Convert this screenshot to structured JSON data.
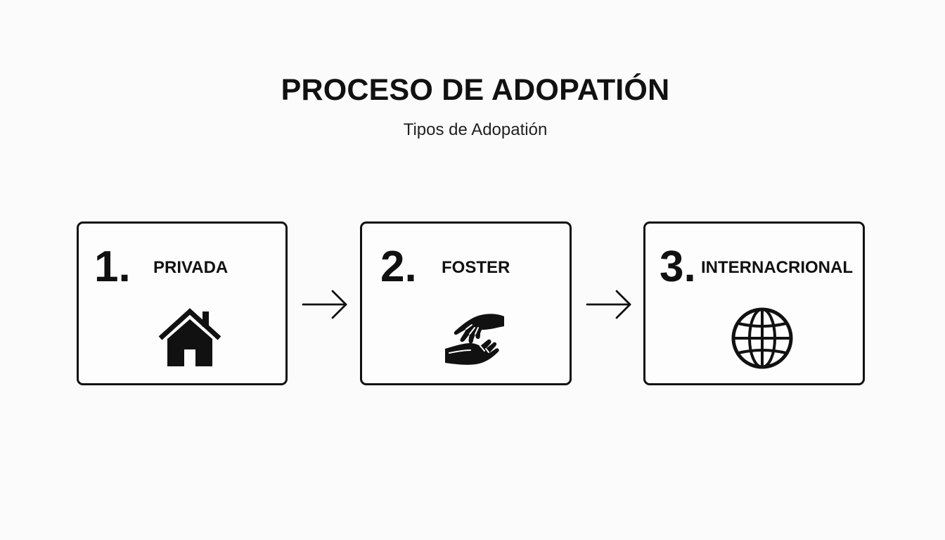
{
  "title": "PROCESO DE ADOPATIÓN",
  "subtitle": "Tipos de Adopatión",
  "steps": [
    {
      "number": "1.",
      "label": "PRIVADA",
      "icon": "house-icon"
    },
    {
      "number": "2.",
      "label": "FOSTER",
      "icon": "helping-hands-icon"
    },
    {
      "number": "3.",
      "label": "INTERNACRIONAL",
      "icon": "globe-icon"
    }
  ],
  "connectors": [
    "arrow-right-icon",
    "arrow-right-icon"
  ],
  "colors": {
    "background": "#fbfbfb",
    "ink": "#111111"
  }
}
